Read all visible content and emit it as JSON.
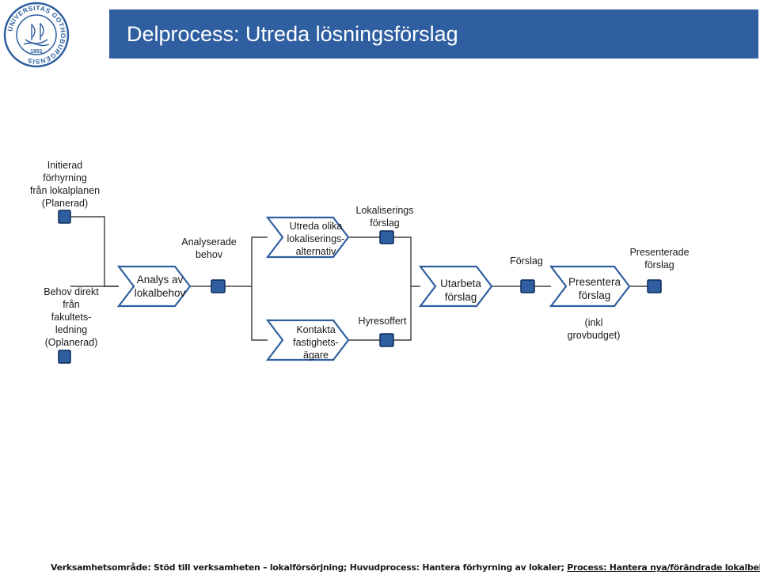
{
  "header": {
    "title": "Delprocess: Utreda lösningsförslag",
    "logo": {
      "ring_text": "UNIVERSITAS GOTHOBURGENSIS",
      "year": "1891",
      "color": "#2f5fa0"
    }
  },
  "colors": {
    "accent": "#2f5fa0",
    "event_fill": "#2f5fa0",
    "event_border": "#0d2a57",
    "line": "#1a1a1a",
    "chevron_stroke": "#2f5fa0"
  },
  "diagram": {
    "events": [
      {
        "id": "initierad-forhyrning",
        "label": "Initierad\nförhyrning\nfrån lokalplanen\n(Planerad)"
      },
      {
        "id": "behov-direkt",
        "label": "Behov direkt\nfrån\nfakultets-\nledning\n(Oplanerad)"
      },
      {
        "id": "analyserade-behov",
        "label": "Analyserade\nbehov"
      },
      {
        "id": "lokaliserings-forslag",
        "label": "Lokaliserings\nförslag"
      },
      {
        "id": "hyresoffert",
        "label": "Hyresoffert"
      },
      {
        "id": "forslag",
        "label": "Förslag"
      },
      {
        "id": "presenterade-forslag",
        "label": "Presenterade\nförslag"
      }
    ],
    "activities": [
      {
        "id": "analys-av-lokalbehov",
        "label": "Analys av\nlokalbehov"
      },
      {
        "id": "utreda-olika",
        "label": "Utreda olika\nlokaliserings-\nalternativ"
      },
      {
        "id": "kontakta-fastighetsagare",
        "label": "Kontakta\nfastighets-\nägare"
      },
      {
        "id": "utarbeta-forslag",
        "label": "Utarbeta\nförslag"
      },
      {
        "id": "presentera-forslag",
        "label": "Presentera\nförslag"
      }
    ],
    "notes": [
      {
        "id": "inkl-grovbudget",
        "label": "(inkl\ngrovbudget)"
      }
    ]
  },
  "footer": {
    "part1": "Verksamhetsområde: Stöd till verksamheten – lokalförsörjning; Huvudprocess: Hantera förhyrning av lokaler; ",
    "part2": "Process: Hantera nya/förändrade lokalbehov"
  }
}
